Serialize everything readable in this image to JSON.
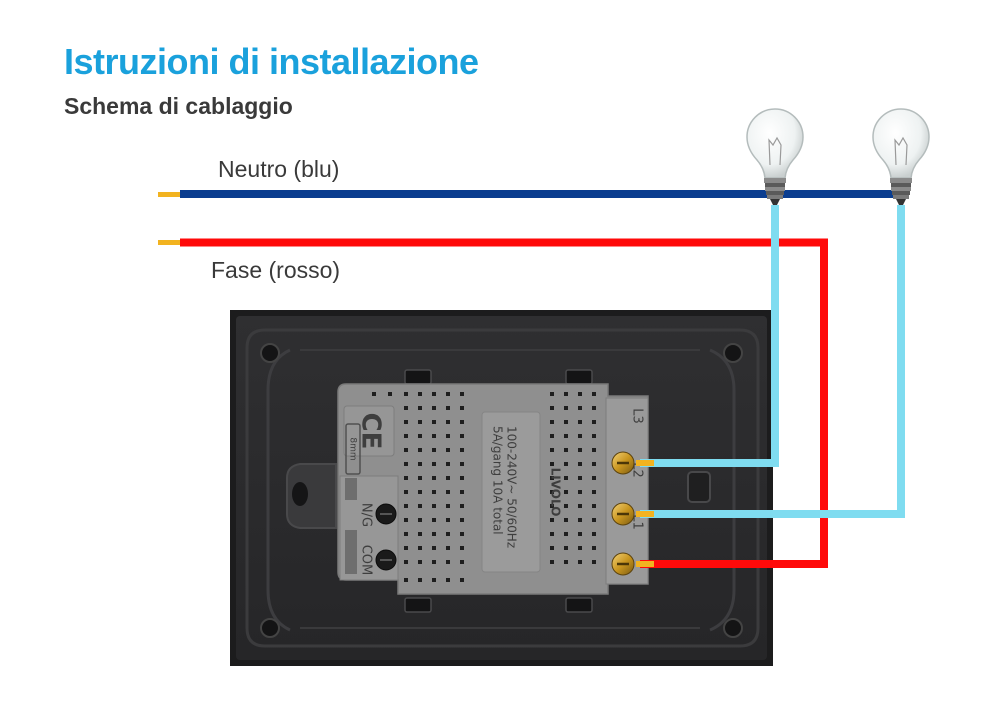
{
  "header": {
    "title": "Istruzioni di installazione",
    "subtitle": "Schema di cablaggio"
  },
  "wires": {
    "neutral_label": "Neutro (blu)",
    "phase_label": "Fase (rosso)",
    "neutral_color": "#0a3d8f",
    "phase_color": "#ff0a0a",
    "load_color": "#7fdcf0",
    "copper_color": "#f2b320"
  },
  "device": {
    "brand": "LIVOLO",
    "rating_line1": "100-240V~   50/60Hz",
    "rating_line2": "5A/gang 10A total",
    "ce_mark": "CE",
    "strip_label": "8mm",
    "terminals_right": [
      "L3",
      "L2",
      "L1"
    ],
    "terminals_left": [
      "N/G",
      "COM"
    ],
    "plate_color": "#2e2e30",
    "module_color": "#8e8e8e"
  },
  "icons": [
    "light-bulb-icon",
    "light-bulb-icon"
  ]
}
